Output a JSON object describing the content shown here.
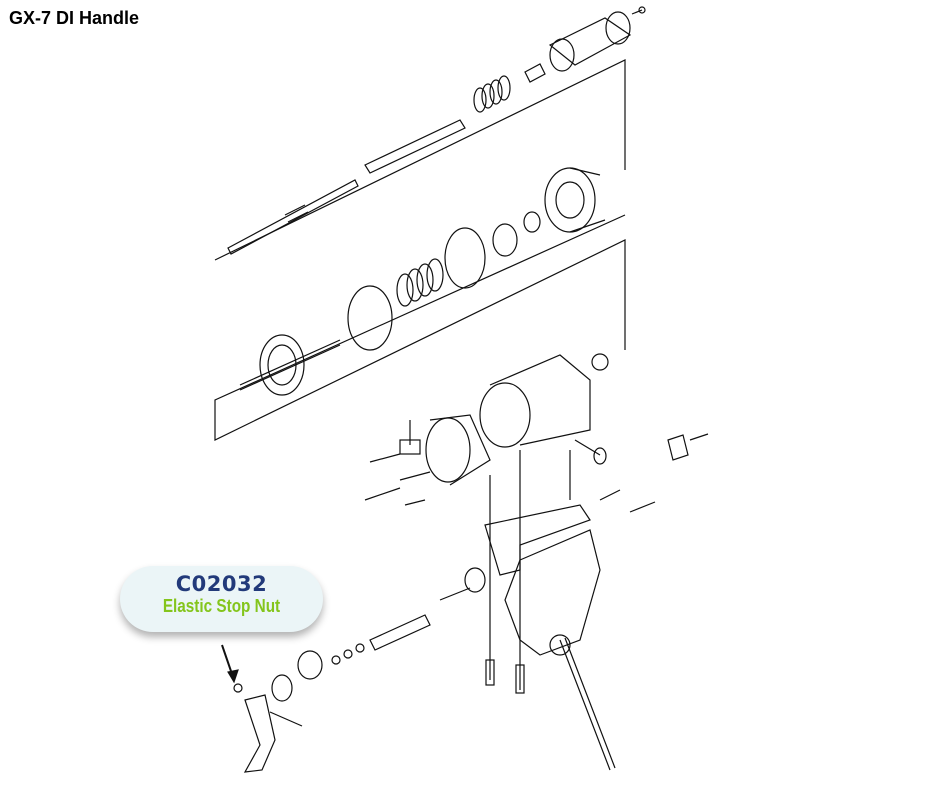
{
  "title": "GX-7 DI  Handle",
  "callout": {
    "part_number": "C02032",
    "description": "Elastic Stop Nut"
  }
}
